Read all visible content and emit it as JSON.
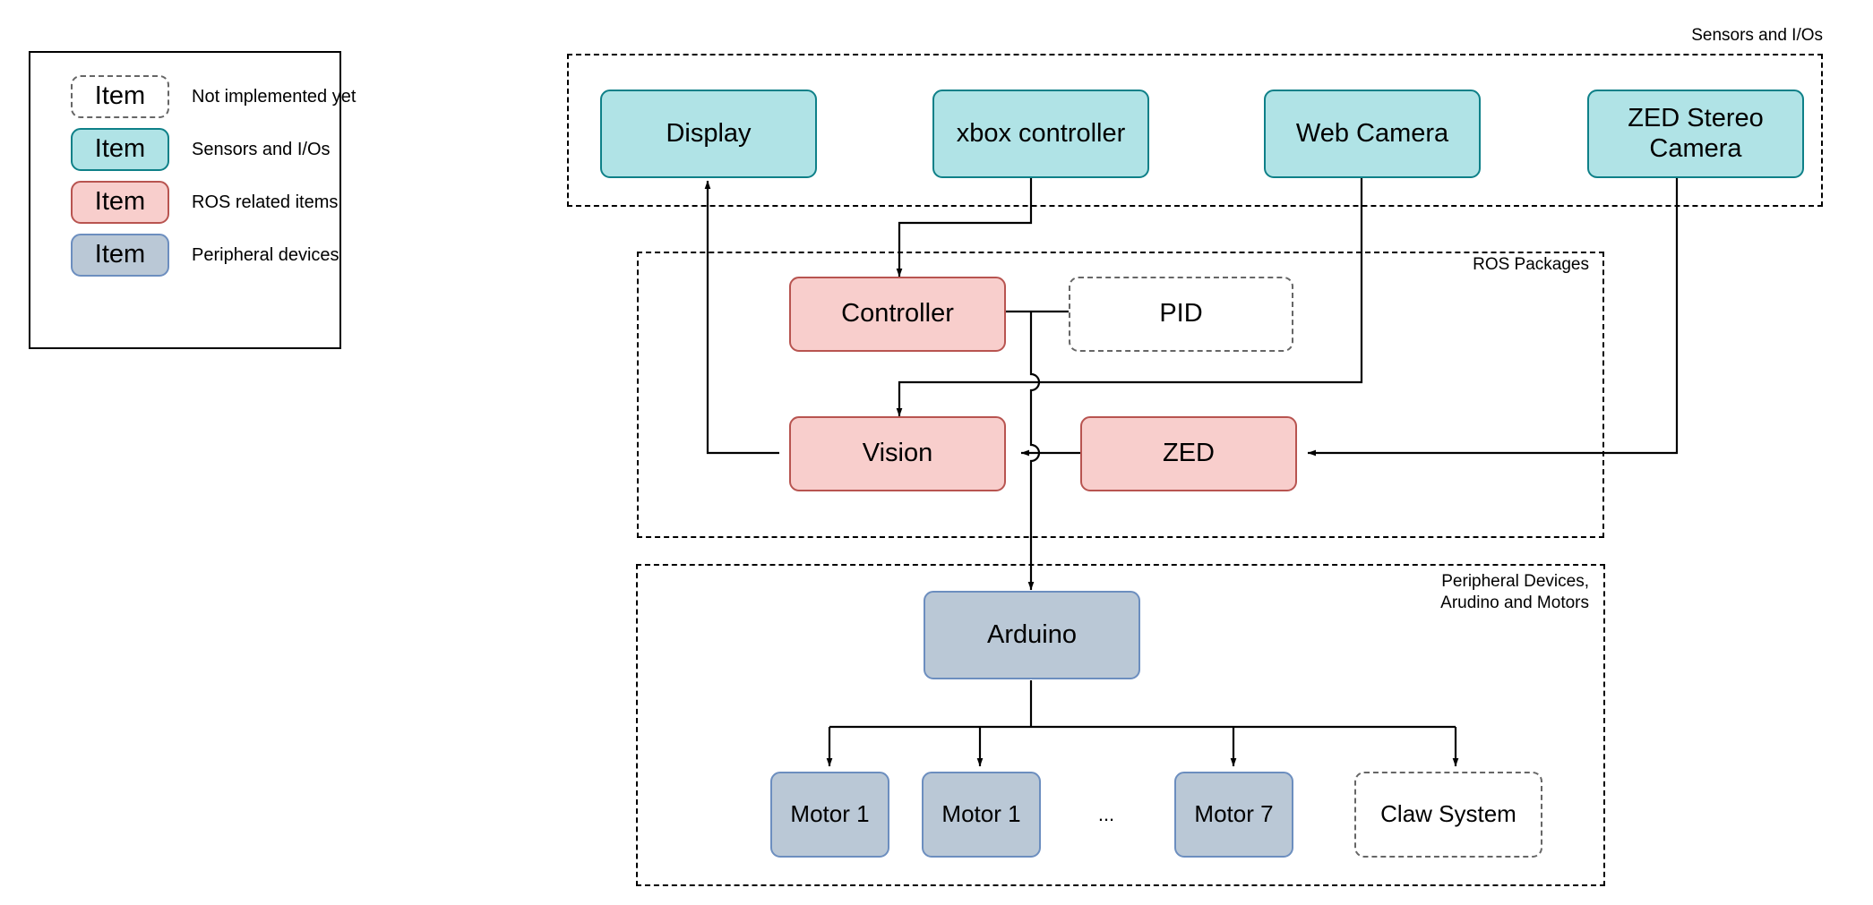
{
  "legend": {
    "item_label": "Item",
    "rows": [
      {
        "style": "todo",
        "label": "Item",
        "description": "Not implemented yet"
      },
      {
        "style": "sensor",
        "label": "Item",
        "description": "Sensors and I/Os"
      },
      {
        "style": "ros",
        "label": "Item",
        "description": "ROS related items"
      },
      {
        "style": "periph",
        "label": "Item",
        "description": "Peripheral devices"
      }
    ]
  },
  "groups": {
    "sensors": {
      "label": "Sensors and I/Os"
    },
    "ros": {
      "label": "ROS Packages"
    },
    "peripheral": {
      "label": "Peripheral Devices,\nArudino and Motors"
    }
  },
  "nodes": {
    "display": "Display",
    "xbox": "xbox controller",
    "webcam": "Web Camera",
    "zedcam": "ZED Stereo\nCamera",
    "controller": "Controller",
    "pid": "PID",
    "vision": "Vision",
    "zed": "ZED",
    "arduino": "Arduino",
    "motor1": "Motor 1",
    "motor2": "Motor 1",
    "motor7": "Motor 7",
    "claw": "Claw System",
    "ellipsis": "..."
  },
  "colors": {
    "sensor_fill": "#b0e3e6",
    "sensor_stroke": "#0e8088",
    "ros_fill": "#f8cecc",
    "ros_stroke": "#b85450",
    "periph_fill": "#bac8d6",
    "periph_stroke": "#6c8ebf",
    "todo_fill": "#ffffff",
    "todo_stroke": "#666666",
    "edge": "#000000"
  },
  "chart_data": {
    "type": "diagram",
    "title": "Robot system architecture block diagram",
    "groups": [
      {
        "id": "sensors",
        "label": "Sensors and I/Os",
        "members": [
          "display",
          "xbox",
          "webcam",
          "zedcam"
        ]
      },
      {
        "id": "ros",
        "label": "ROS Packages",
        "members": [
          "controller",
          "pid",
          "vision",
          "zed"
        ]
      },
      {
        "id": "peripheral",
        "label": "Peripheral Devices, Arudino and Motors",
        "members": [
          "arduino",
          "motor1",
          "motor2",
          "motor7",
          "claw"
        ]
      }
    ],
    "edges": [
      {
        "from": "xbox",
        "to": "controller",
        "style": "solid",
        "arrow": "end"
      },
      {
        "from": "controller",
        "to": "pid",
        "style": "solid",
        "arrow": "none"
      },
      {
        "from": "controller",
        "to": "vision",
        "style": "solid",
        "arrow": "end"
      },
      {
        "from": "controller",
        "to": "arduino",
        "style": "solid",
        "arrow": "end"
      },
      {
        "from": "webcam",
        "to": "vision",
        "style": "solid",
        "arrow": "end"
      },
      {
        "from": "zedcam",
        "to": "zed",
        "style": "solid",
        "arrow": "end"
      },
      {
        "from": "zed",
        "to": "vision",
        "style": "solid",
        "arrow": "end"
      },
      {
        "from": "vision",
        "to": "display",
        "style": "solid",
        "arrow": "end"
      },
      {
        "from": "arduino",
        "to": "motor1",
        "style": "solid",
        "arrow": "end"
      },
      {
        "from": "arduino",
        "to": "motor2",
        "style": "solid",
        "arrow": "end"
      },
      {
        "from": "arduino",
        "to": "motor7",
        "style": "solid",
        "arrow": "end"
      },
      {
        "from": "arduino",
        "to": "claw",
        "style": "solid",
        "arrow": "end"
      }
    ]
  }
}
